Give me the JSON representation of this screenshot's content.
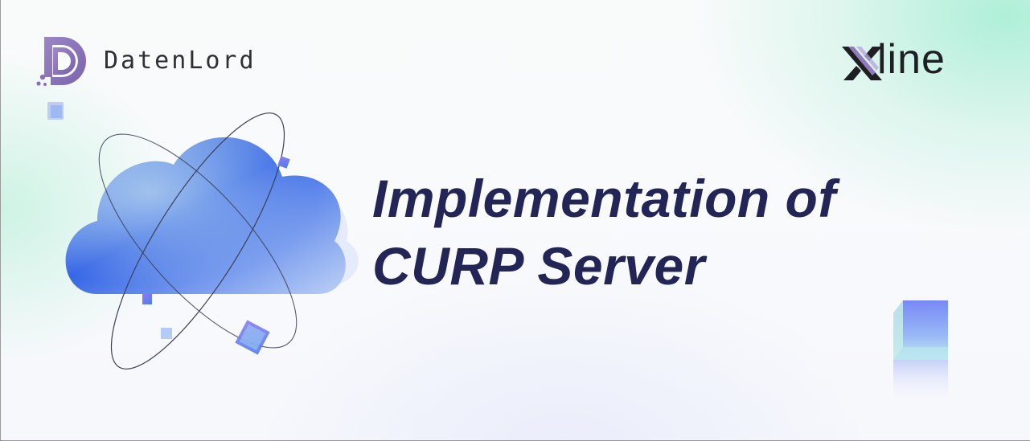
{
  "logos": {
    "left_name": "DatenLord",
    "right_name": "line",
    "right_mark": "X"
  },
  "title": {
    "line1": "Implementation of",
    "line2": "CURP Server"
  },
  "icons": {
    "left_logo": "datenlord-d-icon",
    "right_logo": "xline-x-icon",
    "illustration": "cloud-icon"
  },
  "colors": {
    "title": "#232556",
    "logo_purple": "#8a71b8",
    "cloud_blue": "#2f5fe0",
    "accent_green": "#a8ecd4"
  }
}
